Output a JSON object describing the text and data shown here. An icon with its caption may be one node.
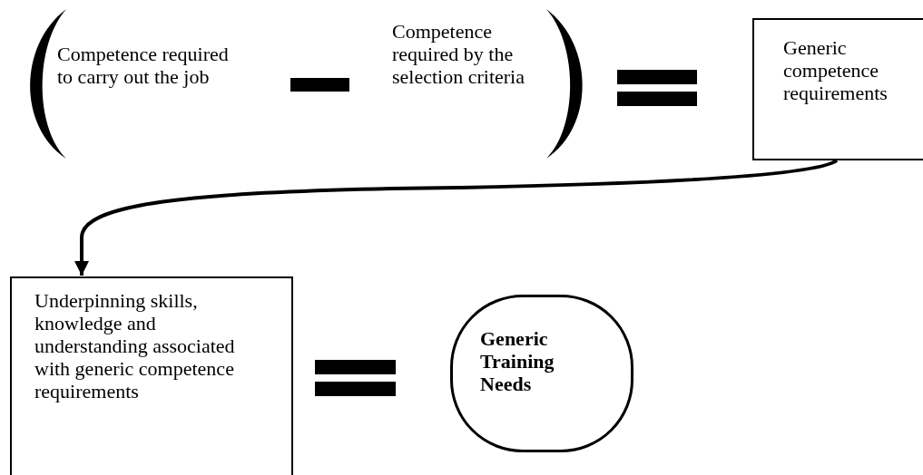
{
  "diagram": {
    "nodes": [
      {
        "text": [
          "Generic competence requirements"
        ]
      },
      {
        "text": [
          "Underpinning skills, knowledge and understanding associated with generic competence requirements"
        ]
      },
      {
        "text": [
          "Generic Training Needs"
        ]
      }
    ],
    "edges": [
      {
        "from": 0,
        "to": 1,
        "arrow": "to"
      }
    ],
    "labels": [
      "Competence required to carry out the job",
      "Competence required by the selection criteria"
    ]
  }
}
